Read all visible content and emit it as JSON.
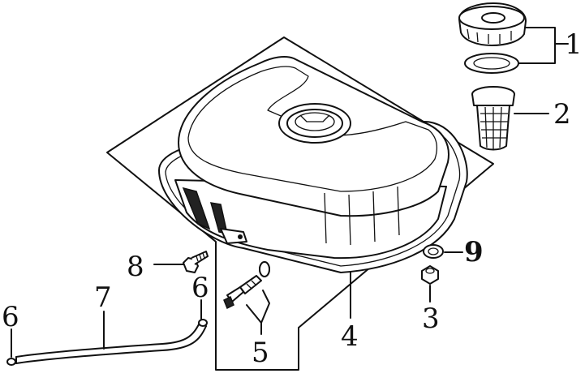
{
  "callouts": {
    "c1": "1",
    "c2": "2",
    "c3": "3",
    "c4": "4",
    "c5": "5",
    "c6a": "6",
    "c6b": "6",
    "c7": "7",
    "c8": "8",
    "c9": "9"
  },
  "colors": {
    "ink": "#111111",
    "background": "#ffffff"
  }
}
